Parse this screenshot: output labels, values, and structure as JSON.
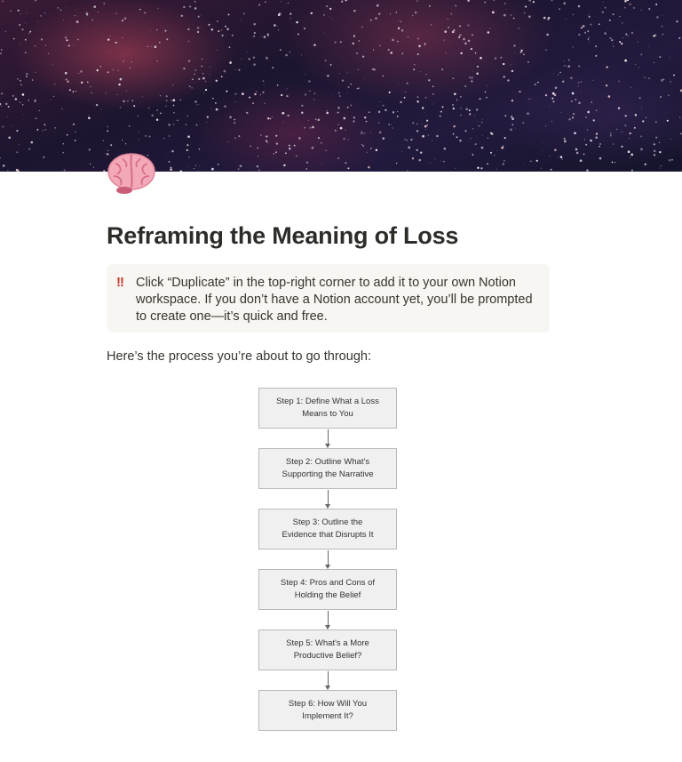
{
  "page": {
    "icon": "brain-icon",
    "title": "Reframing the Meaning of Loss"
  },
  "callout": {
    "icon": "double-exclamation-icon",
    "icon_glyph": "!!",
    "text": "Click “Duplicate” in the top-right corner to add it to your own Notion workspace. If you don’t have a Notion account yet, you’ll be prompted to create one—it’s quick and free."
  },
  "intro": "Here’s the process you’re about to go through:",
  "steps": [
    {
      "label": "Step 1: Define What a Loss Means to You"
    },
    {
      "label": "Step 2: Outline What's Supporting the Narrative"
    },
    {
      "label": "Step 3: Outline the Evidence that Disrupts It"
    },
    {
      "label": "Step 4: Pros and Cons of Holding the Belief"
    },
    {
      "label": "Step 5: What's a More Productive Belief?"
    },
    {
      "label": "Step 6: How Will You Implement It?"
    }
  ],
  "colors": {
    "callout_bg": "#f7f6f3",
    "callout_icon": "#c23a2b",
    "step_bg": "#f0f0f0",
    "step_border": "#b9b9b9"
  }
}
